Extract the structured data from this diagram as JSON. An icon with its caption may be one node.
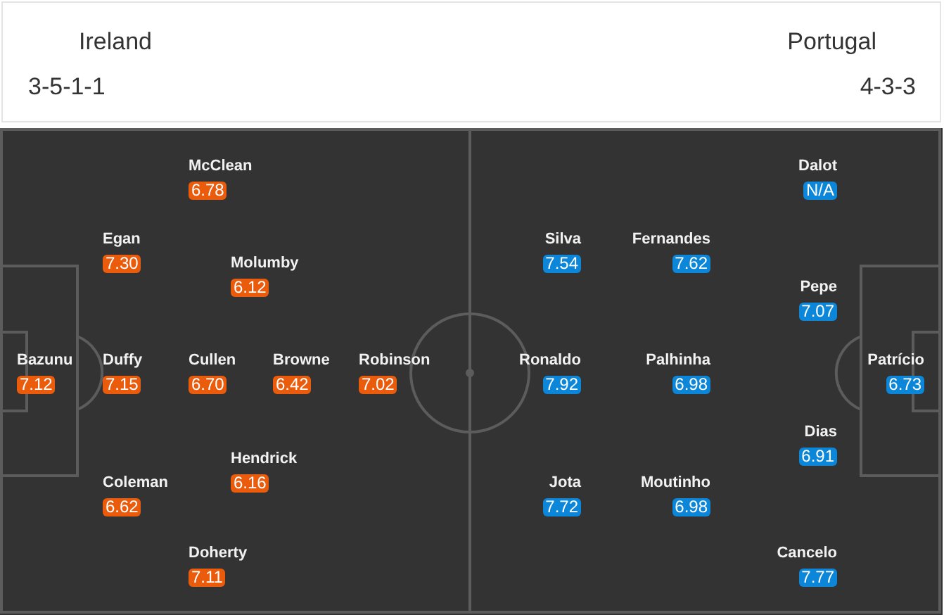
{
  "diagram": {
    "nodes": [
      {
        "text": [
          "Ireland",
          "3-5-1-1",
          "Portugal",
          "4-3-3"
        ]
      },
      {
        "text": [
          "Bazunu",
          "7.12"
        ]
      },
      {
        "text": [
          "Egan",
          "7.30"
        ]
      },
      {
        "text": [
          "Duffy",
          "7.15"
        ]
      },
      {
        "text": [
          "Coleman",
          "6.62"
        ]
      },
      {
        "text": [
          "McClean",
          "6.78"
        ]
      },
      {
        "text": [
          "Cullen",
          "6.70"
        ]
      },
      {
        "text": [
          "Doherty",
          "7.11"
        ]
      },
      {
        "text": [
          "Molumby",
          "6.12"
        ]
      },
      {
        "text": [
          "Hendrick",
          "6.16"
        ]
      },
      {
        "text": [
          "Browne",
          "6.42"
        ]
      },
      {
        "text": [
          "Robinson",
          "7.02"
        ]
      },
      {
        "text": [
          "Silva",
          "7.54"
        ]
      },
      {
        "text": [
          "Ronaldo",
          "7.92"
        ]
      },
      {
        "text": [
          "Jota",
          "7.72"
        ]
      },
      {
        "text": [
          "Fernandes",
          "7.62"
        ]
      },
      {
        "text": [
          "Palhinha",
          "6.98"
        ]
      },
      {
        "text": [
          "Moutinho",
          "6.98"
        ]
      },
      {
        "text": [
          "Dalot",
          "N/A"
        ]
      },
      {
        "text": [
          "Pepe",
          "7.07"
        ]
      },
      {
        "text": [
          "Dias",
          "6.91"
        ]
      },
      {
        "text": [
          "Cancelo",
          "7.77"
        ]
      },
      {
        "text": [
          "Patrício",
          "6.73"
        ]
      }
    ]
  }
}
